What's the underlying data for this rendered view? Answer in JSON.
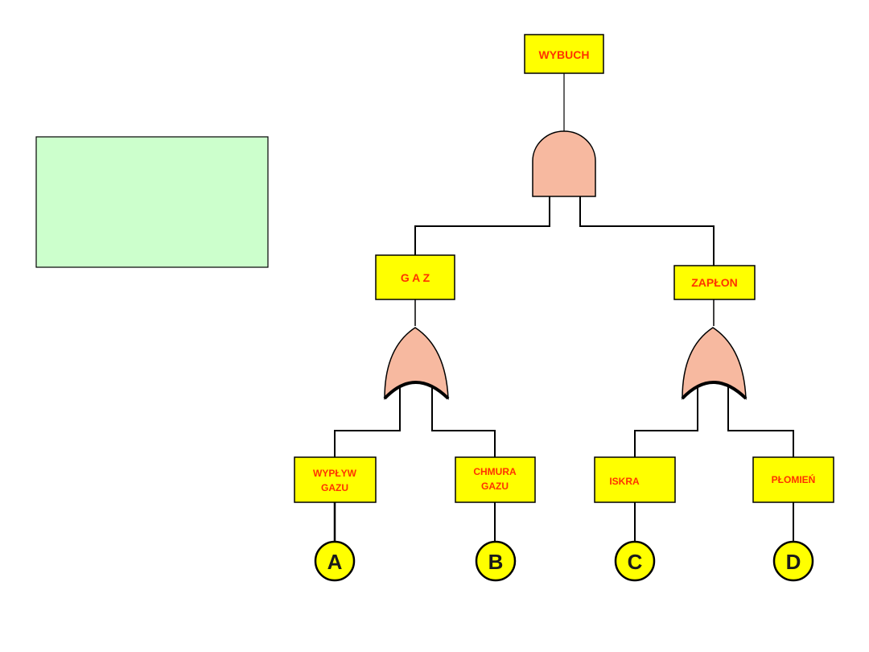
{
  "colors": {
    "event_fill": "#ffff00",
    "event_text": "#ff3300",
    "gate_fill": "#f7b9a0",
    "note_fill": "#ccffcc",
    "line": "#000000"
  },
  "note_box": {
    "text": ""
  },
  "events": {
    "top": "WYBUCH",
    "gas": "G A Z",
    "ignition": "ZAPŁON",
    "gas_leak_line1": "WYPŁYW",
    "gas_leak_line2": "GAZU",
    "gas_cloud_line1": "CHMURA",
    "gas_cloud_line2": "GAZU",
    "spark": "ISKRA",
    "flame": "PŁOMIEŃ"
  },
  "gates": {
    "top": "and-gate",
    "gas": "or-gate",
    "ignition": "or-gate"
  },
  "basic_events": [
    "A",
    "B",
    "C",
    "D"
  ]
}
